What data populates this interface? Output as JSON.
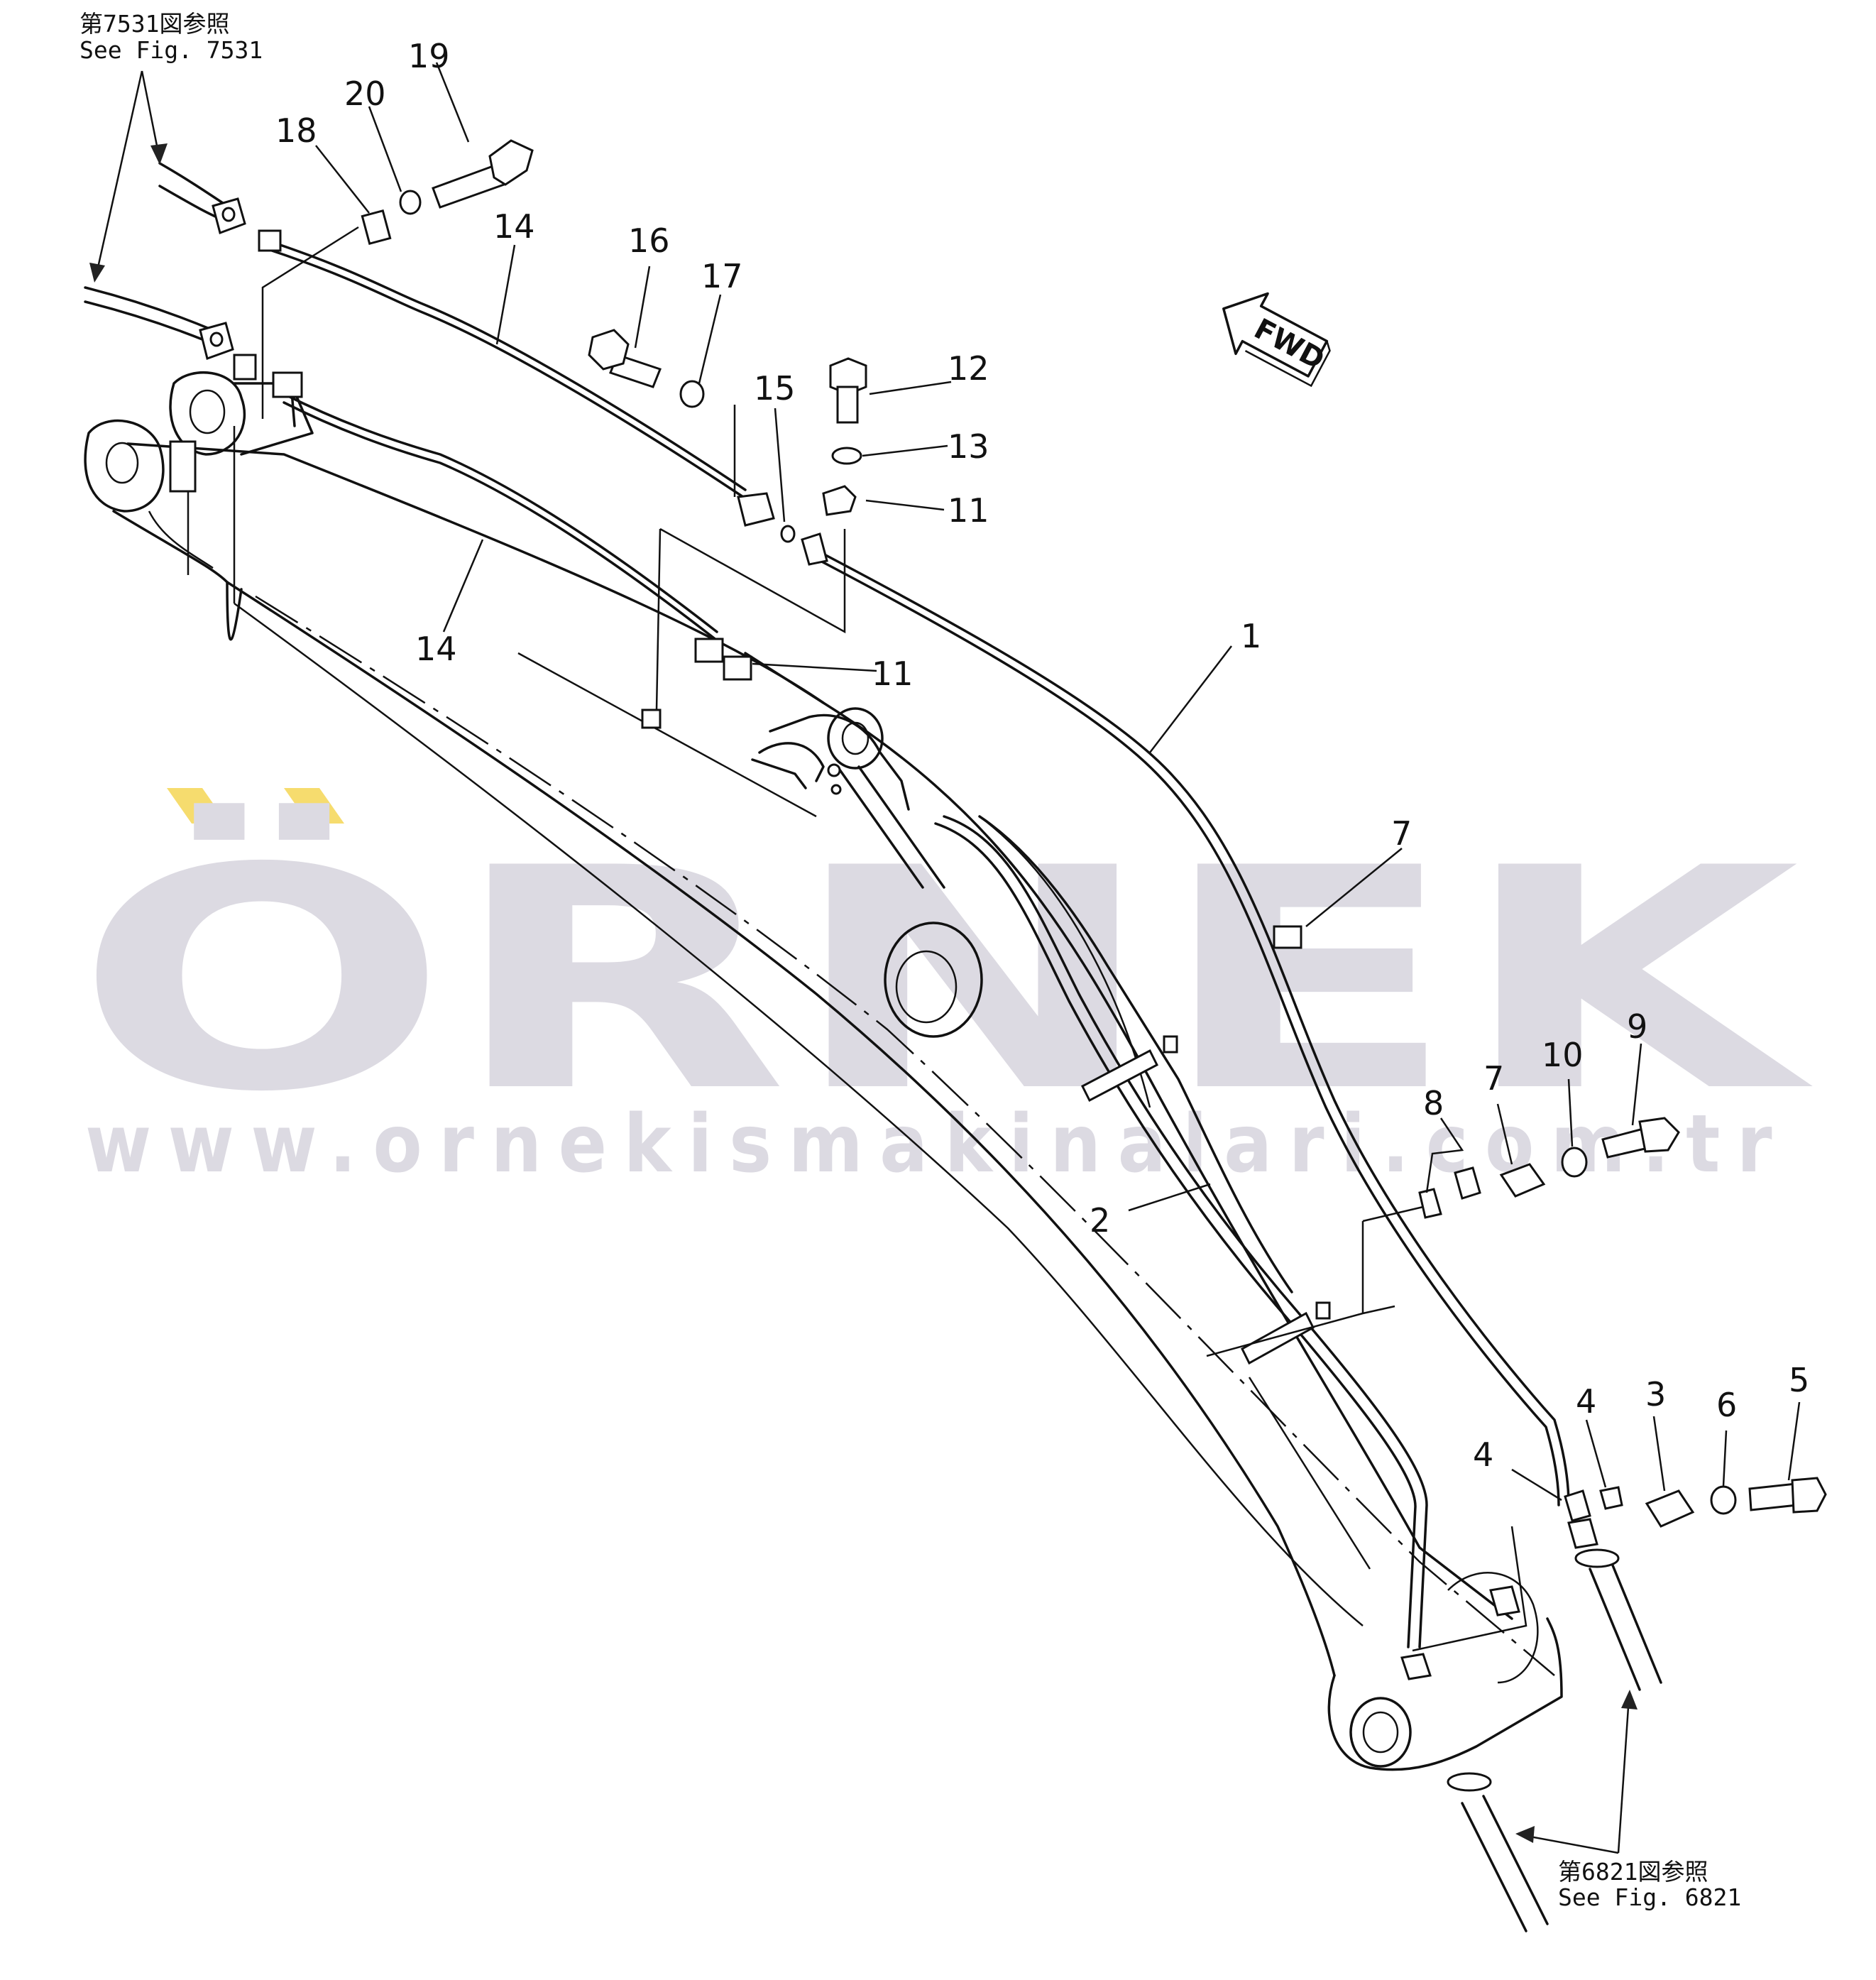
{
  "watermark": {
    "brand": "ÖRNEK",
    "url": "www.ornekismakinalari.com.tr",
    "color": "#dcdae2",
    "accent_color": "#f6dc6e"
  },
  "references": {
    "top_left": {
      "jp": "第7531図参照",
      "en": "See Fig. 7531"
    },
    "bottom_right": {
      "jp": "第6821図参照",
      "en": "See Fig. 6821"
    }
  },
  "direction_marker": "FWD",
  "callouts": [
    "1",
    "2",
    "3",
    "4",
    "4",
    "5",
    "6",
    "7",
    "7",
    "8",
    "9",
    "10",
    "11",
    "11",
    "12",
    "13",
    "14",
    "14",
    "15",
    "16",
    "17",
    "18",
    "19",
    "20"
  ]
}
